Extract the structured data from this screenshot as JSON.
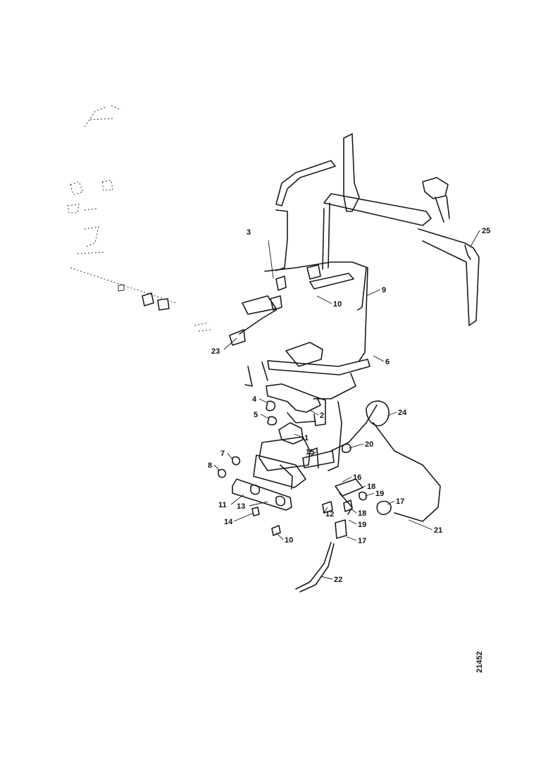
{
  "figure_number": "21452",
  "callouts": [
    {
      "id": "c3",
      "label": "3"
    },
    {
      "id": "c10a",
      "label": "10"
    },
    {
      "id": "c9",
      "label": "9"
    },
    {
      "id": "c25",
      "label": "25"
    },
    {
      "id": "c23",
      "label": "23"
    },
    {
      "id": "c6",
      "label": "6"
    },
    {
      "id": "c4a",
      "label": "4"
    },
    {
      "id": "c5",
      "label": "5"
    },
    {
      "id": "c2",
      "label": "2"
    },
    {
      "id": "c24",
      "label": "24"
    },
    {
      "id": "c1",
      "label": "1"
    },
    {
      "id": "c7",
      "label": "7"
    },
    {
      "id": "c15",
      "label": "15"
    },
    {
      "id": "c20",
      "label": "20"
    },
    {
      "id": "c8",
      "label": "8"
    },
    {
      "id": "c16",
      "label": "16"
    },
    {
      "id": "c18a",
      "label": "18"
    },
    {
      "id": "c19a",
      "label": "19"
    },
    {
      "id": "c17a",
      "label": "17"
    },
    {
      "id": "c11",
      "label": "11"
    },
    {
      "id": "c13",
      "label": "13"
    },
    {
      "id": "c12",
      "label": "12"
    },
    {
      "id": "c18b",
      "label": "18"
    },
    {
      "id": "c14",
      "label": "14"
    },
    {
      "id": "c19b",
      "label": "19"
    },
    {
      "id": "c21",
      "label": "21"
    },
    {
      "id": "c10b",
      "label": "10"
    },
    {
      "id": "c17b",
      "label": "17"
    },
    {
      "id": "c22",
      "label": "22"
    }
  ]
}
